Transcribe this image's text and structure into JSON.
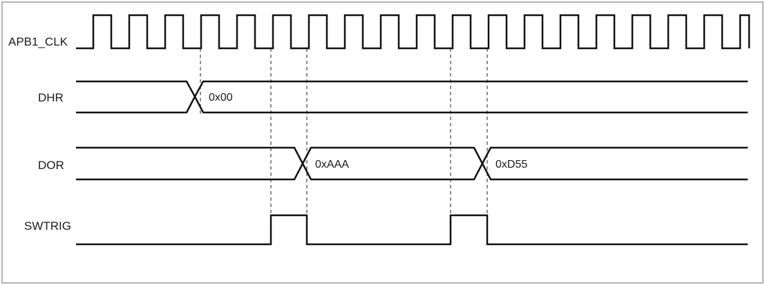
{
  "signals": {
    "clock": {
      "name": "APB1_CLK"
    },
    "dhr": {
      "name": "DHR",
      "values": [
        "0x00"
      ]
    },
    "dor": {
      "name": "DOR",
      "values": [
        "0xAAA",
        "0xD55"
      ]
    },
    "swtrig": {
      "name": "SWTRIG"
    }
  },
  "colors": {
    "line": "#111111",
    "guide": "#444444",
    "frame": "#9a9a9a",
    "background": "#ffffff"
  }
}
